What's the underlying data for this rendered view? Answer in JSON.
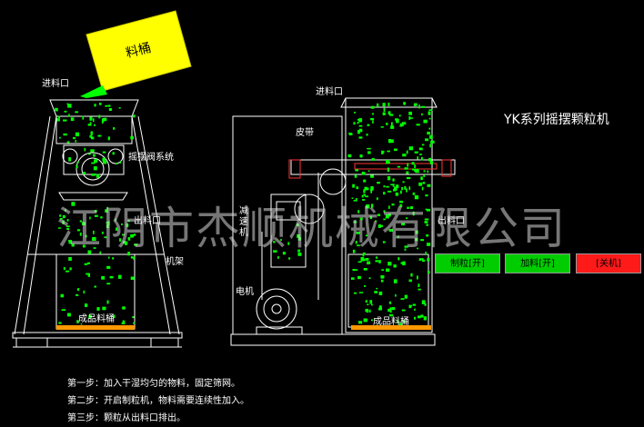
{
  "title": "YK系列摇摆颗粒机",
  "watermark": "江阴市杰顺机械有限公司",
  "labels": {
    "hopper_tag": "料桶",
    "feed_inlet_left": "进料口",
    "feed_inlet_right": "进料口",
    "valve": "摇摆阀系统",
    "outlet_left": "出料口",
    "outlet_right": "出料口",
    "frame": "机架",
    "product_bin_left": "成品料桶",
    "product_bin_right": "成品料桶",
    "belt": "皮带",
    "reducer": "减速机",
    "motor": "电机"
  },
  "buttons": {
    "granulate": "制粒[开]",
    "feed": "加料[开]",
    "close": "[关机]"
  },
  "steps": [
    "第一步：加入干湿均匀的物料，固定筛网。",
    "第二步：开启制粒机，物料需要连续性加入。",
    "第三步：颗粒从出料口排出。"
  ],
  "colors": {
    "granule": "#00ff00",
    "hopper_yellow": "#ffff00",
    "button_green": "#00cc00",
    "button_red": "#ff1a1a",
    "bin_base": "#ff9900"
  }
}
